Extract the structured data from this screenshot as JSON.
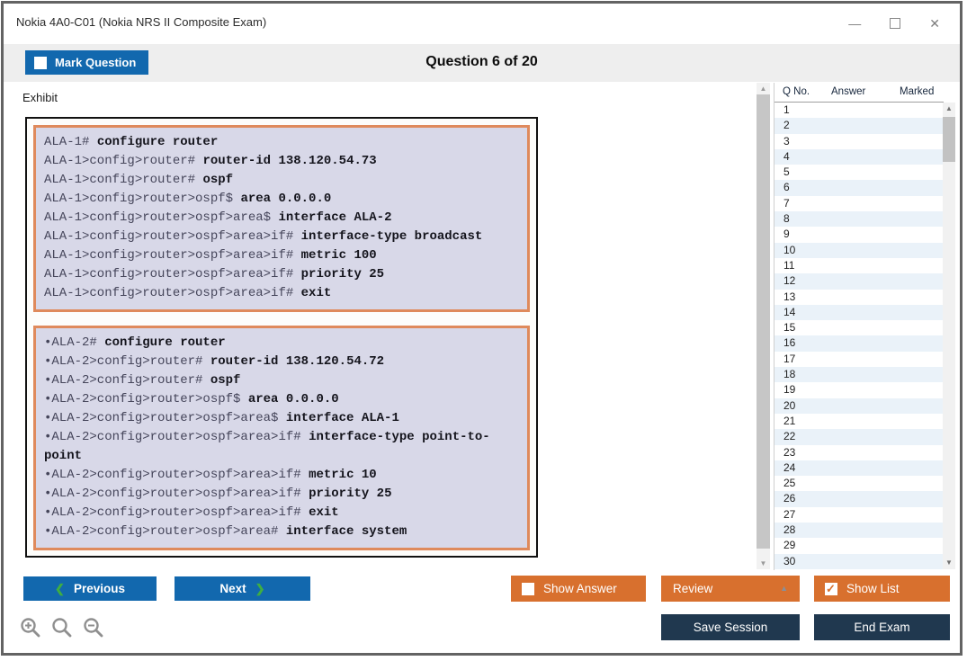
{
  "window": {
    "title": "Nokia 4A0-C01 (Nokia NRS II Composite Exam)",
    "controls": {
      "minimize": "—",
      "close": "✕"
    }
  },
  "header": {
    "mark_question": "Mark Question",
    "question_counter": "Question 6 of 20"
  },
  "exhibit": {
    "label": "Exhibit",
    "blocks": [
      {
        "lines": [
          {
            "prompt": "ALA-1# ",
            "command": "configure router"
          },
          {
            "prompt": "ALA-1>config>router# ",
            "command": "router-id 138.120.54.73"
          },
          {
            "prompt": "ALA-1>config>router# ",
            "command": "ospf"
          },
          {
            "prompt": "ALA-1>config>router>ospf$ ",
            "command": "area 0.0.0.0"
          },
          {
            "prompt": "ALA-1>config>router>ospf>area$ ",
            "command": "interface ALA-2"
          },
          {
            "prompt": "ALA-1>config>router>ospf>area>if# ",
            "command": "interface-type broadcast"
          },
          {
            "prompt": "ALA-1>config>router>ospf>area>if# ",
            "command": "metric 100"
          },
          {
            "prompt": "ALA-1>config>router>ospf>area>if# ",
            "command": "priority 25"
          },
          {
            "prompt": "ALA-1>config>router>ospf>area>if# ",
            "command": "exit"
          }
        ]
      },
      {
        "lines": [
          {
            "prompt": "•ALA-2# ",
            "command": "configure router"
          },
          {
            "prompt": "•ALA-2>config>router# ",
            "command": "router-id 138.120.54.72"
          },
          {
            "prompt": "•ALA-2>config>router# ",
            "command": "ospf"
          },
          {
            "prompt": "•ALA-2>config>router>ospf$ ",
            "command": "area 0.0.0.0"
          },
          {
            "prompt": "•ALA-2>config>router>ospf>area$ ",
            "command": "interface ALA-1"
          },
          {
            "prompt": "•ALA-2>config>router>ospf>area>if# ",
            "command": "interface-type point-to-point"
          },
          {
            "prompt": "•ALA-2>config>router>ospf>area>if# ",
            "command": "metric 10"
          },
          {
            "prompt": "•ALA-2>config>router>ospf>area>if# ",
            "command": "priority 25"
          },
          {
            "prompt": "•ALA-2>config>router>ospf>area>if# ",
            "command": "exit"
          },
          {
            "prompt": "•ALA-2>config>router>ospf>area# ",
            "command": "interface system"
          }
        ]
      }
    ]
  },
  "question_list": {
    "columns": [
      "Q No.",
      "Answer",
      "Marked"
    ],
    "rows": [
      "1",
      "2",
      "3",
      "4",
      "5",
      "6",
      "7",
      "8",
      "9",
      "10",
      "11",
      "12",
      "13",
      "14",
      "15",
      "16",
      "17",
      "18",
      "19",
      "20",
      "21",
      "22",
      "23",
      "24",
      "25",
      "26",
      "27",
      "28",
      "29",
      "30"
    ]
  },
  "footer": {
    "previous": "Previous",
    "next": "Next",
    "show_answer": "Show Answer",
    "review": "Review",
    "show_list": "Show List",
    "save_session": "Save Session",
    "end_exam": "End Exam"
  },
  "colors": {
    "primary_blue": "#1268ae",
    "accent_orange": "#d8702e",
    "dark_navy": "#20384f",
    "chevron_green": "#3fae41",
    "exhibit_bg": "#d8d8e8",
    "exhibit_border": "#df8a5c",
    "row_stripe": "#eaf2f9"
  }
}
